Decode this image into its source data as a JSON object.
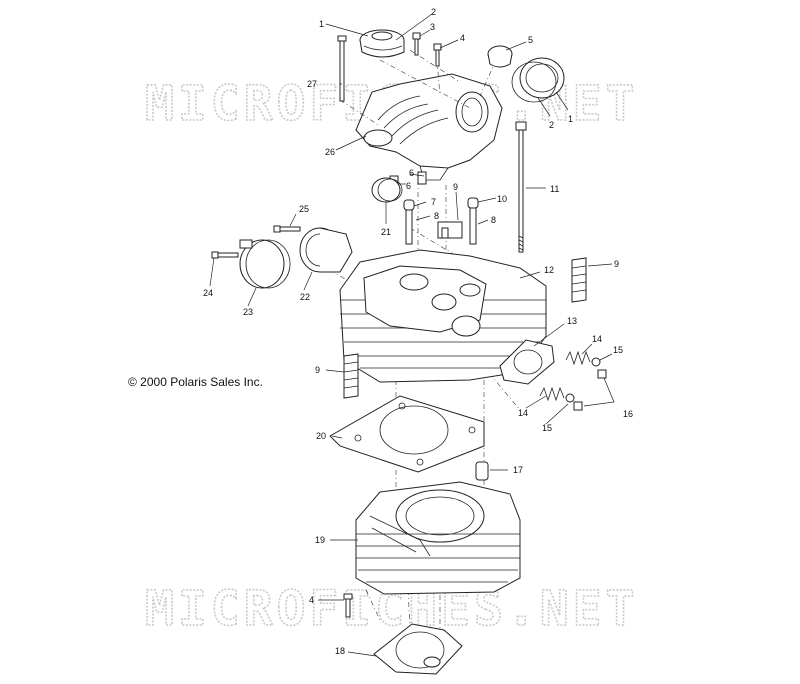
{
  "copyright": "© 2000 Polaris Sales Inc.",
  "watermark": "MICROFICHES.NET",
  "callouts": {
    "c1a": "1",
    "c2a": "2",
    "c3": "3",
    "c4a": "4",
    "c5": "5",
    "c27": "27",
    "c2b": "2",
    "c1b": "1",
    "c26": "26",
    "c6a": "6",
    "c6b": "6",
    "c9a": "9",
    "c10": "10",
    "c11": "11",
    "c7": "7",
    "c8a": "8",
    "c8b": "8",
    "c21": "21",
    "c25": "25",
    "c24": "24",
    "c23": "23",
    "c22": "22",
    "c12": "12",
    "c9b": "9",
    "c13": "13",
    "c14a": "14",
    "c15a": "15",
    "c9c": "9",
    "c14b": "14",
    "c15b": "15",
    "c16": "16",
    "c20": "20",
    "c17": "17",
    "c19": "19",
    "c4b": "4",
    "c18": "18"
  }
}
